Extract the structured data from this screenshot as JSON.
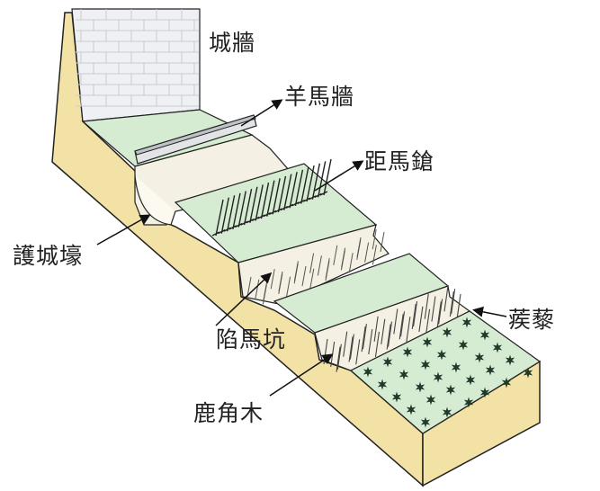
{
  "title": "古代城防示意圖",
  "labels": {
    "city_wall": "城牆",
    "sheep_horse_wall": "羊馬牆",
    "anti_horse_spears": "距馬鎗",
    "moat": "護城壕",
    "horse_trap_pit": "陷馬坑",
    "abatis": "鹿角木",
    "caltrops": "蒺藜"
  },
  "colors": {
    "earth": "#f3e2a6",
    "grass": "#d5ecd2",
    "moat_floor": "#f4f1e4",
    "wall": "#eef0f3",
    "line": "#222222"
  }
}
